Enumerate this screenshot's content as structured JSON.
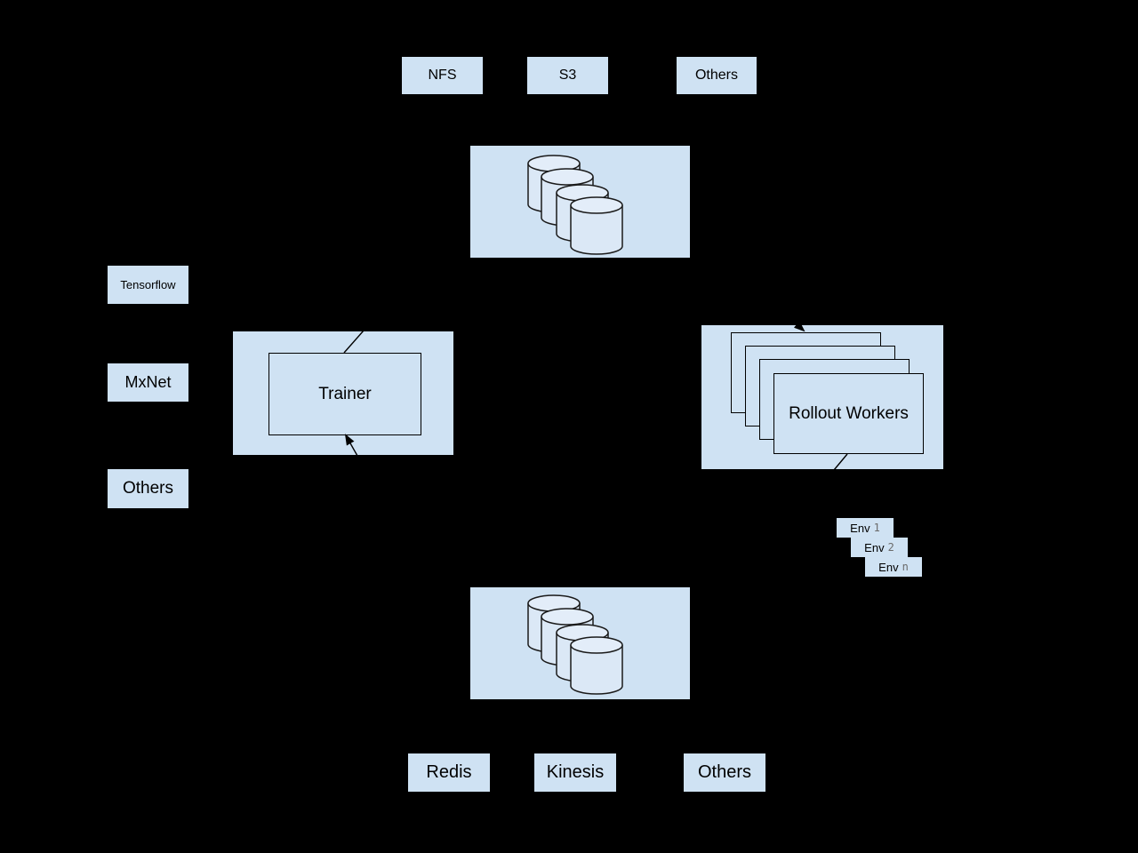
{
  "colors": {
    "background": "#000000",
    "node_fill": "#cfe2f3",
    "cylinder_body_fill": "#dbe8f6",
    "cylinder_top_fill": "#e3edf9",
    "border": "#000000",
    "text": "#000000",
    "env_number_color": "#6b6b6b"
  },
  "storage_sources_top": {
    "items": [
      {
        "label": "NFS"
      },
      {
        "label": "S3"
      },
      {
        "label": "Others"
      }
    ]
  },
  "model_storage": {
    "icon": "database-cylinders-icon",
    "cylinder_count": 4
  },
  "frameworks": {
    "items": [
      {
        "label": "Tensorflow"
      },
      {
        "label": "MxNet"
      },
      {
        "label": "Others"
      }
    ]
  },
  "trainer": {
    "label": "Trainer"
  },
  "rollout_workers": {
    "label": "Rollout Workers",
    "card_count": 4
  },
  "environments": {
    "items": [
      {
        "label": "Env",
        "index": "1"
      },
      {
        "label": "Env",
        "index": "2"
      },
      {
        "label": "Env",
        "index": "n"
      }
    ]
  },
  "experience_storage": {
    "icon": "database-cylinders-icon",
    "cylinder_count": 4
  },
  "backends_bottom": {
    "items": [
      {
        "label": "Redis"
      },
      {
        "label": "Kinesis"
      },
      {
        "label": "Others"
      }
    ]
  }
}
